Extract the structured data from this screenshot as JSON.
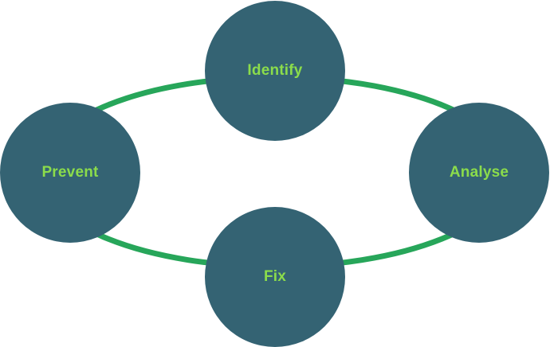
{
  "colors": {
    "node_fill": "#346373",
    "label_text": "#8bdc4b",
    "cycle_ring": "#27a65a",
    "background": "#ffffff"
  },
  "nodes": {
    "identify": {
      "label": "Identify"
    },
    "analyse": {
      "label": "Analyse"
    },
    "fix": {
      "label": "Fix"
    },
    "prevent": {
      "label": "Prevent"
    }
  }
}
